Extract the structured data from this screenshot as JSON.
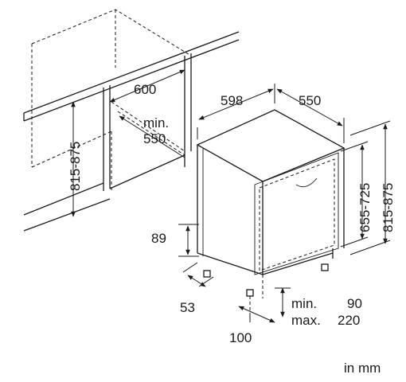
{
  "dimensions": {
    "cabinet_depth": "600",
    "niche_depth_min": "min.",
    "niche_depth_value": "550",
    "niche_height_left": "815-875",
    "appliance_width": "598",
    "appliance_depth": "550",
    "door_height": "655-725",
    "appliance_height": "815-875",
    "foot_height": "89",
    "foot_offset": "53",
    "plinth_depth": "100",
    "plinth_min_label": "min.",
    "plinth_min_value": "90",
    "plinth_max_label": "max.",
    "plinth_max_value": "220"
  },
  "units": "in mm",
  "colors": {
    "line": "#1a1a1a",
    "background": "#ffffff"
  }
}
